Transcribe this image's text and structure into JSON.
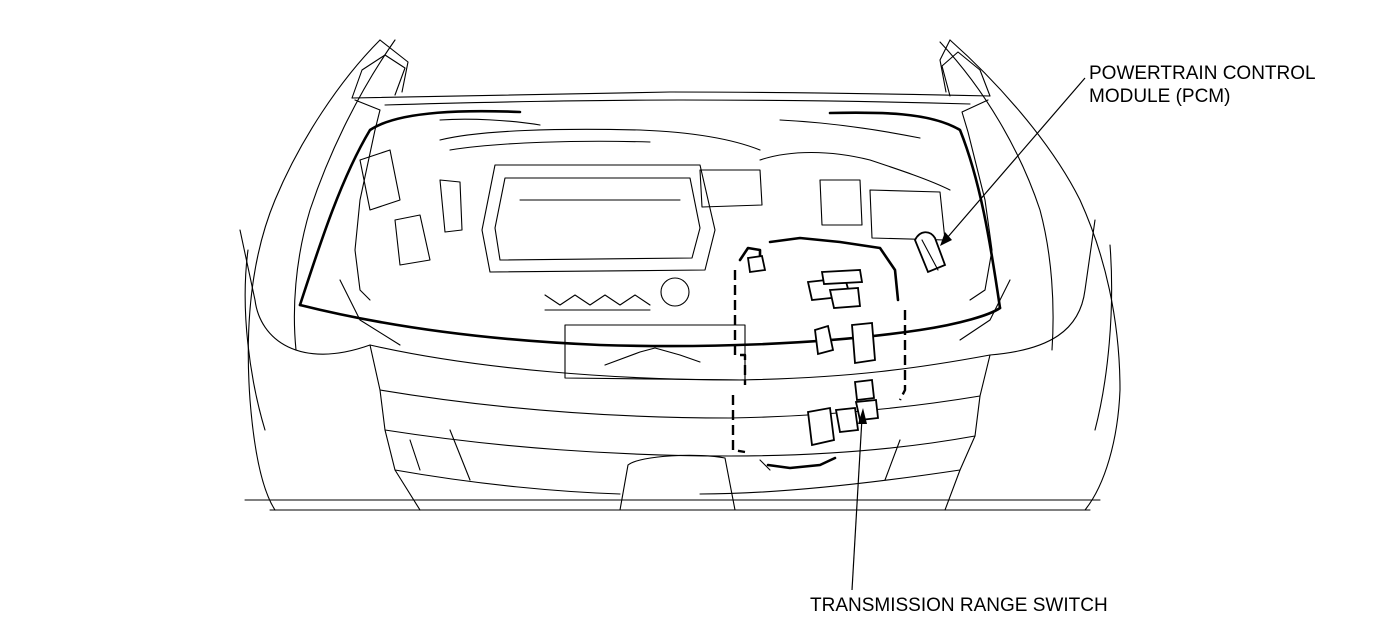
{
  "callouts": {
    "pcm_line1": "POWERTRAIN CONTROL",
    "pcm_line2": "MODULE (PCM)",
    "trs": "TRANSMISSION RANGE SWITCH"
  },
  "colors": {
    "ink": "#000000",
    "paper": "#ffffff"
  }
}
